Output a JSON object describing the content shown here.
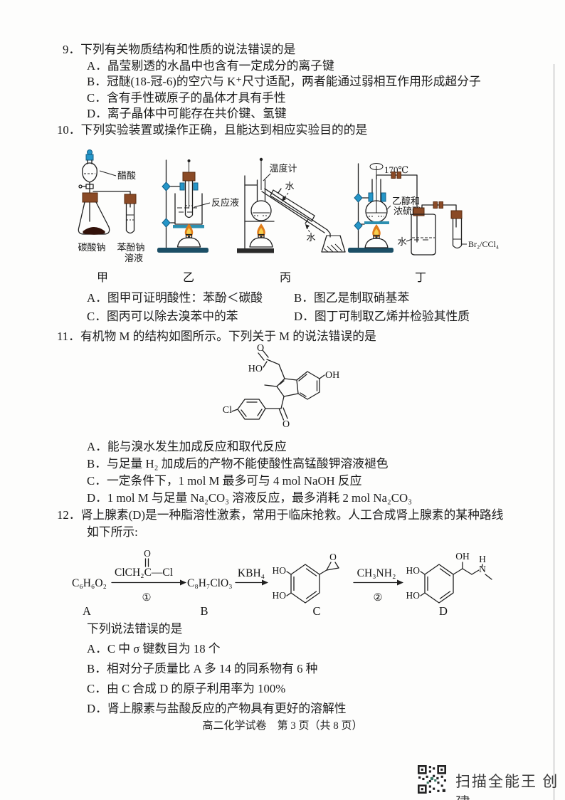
{
  "page": {
    "footer": "高二化学试卷　第 3 页（共 8 页）",
    "watermark": "扫描全能王 创建"
  },
  "q9": {
    "stem": "9．下列有关物质结构和性质的说法错误的是",
    "options": [
      "A．晶莹剔透的水晶中也含有一定成分的离子键",
      "B．冠醚(18-冠-6)的空穴与 K⁺尺寸适配，两者能通过弱相互作用形成超分子",
      "C．含有手性碳原子的晶体才具有手性",
      "D．离子晶体中可能存在共价键、氢键"
    ]
  },
  "q10": {
    "stem": "10．下列实验装置或操作正确，且能达到相应实验目的的是",
    "figure": {
      "jia": {
        "funnel_label": "醋酸",
        "flask_label": "碳酸钠",
        "tube_label_1": "苯酚钠",
        "tube_label_2": "溶液",
        "caption": "甲"
      },
      "yi": {
        "beaker_label": "反应液",
        "caption": "乙"
      },
      "bing": {
        "thermometer_label": "温度计",
        "water_in": "水",
        "water_out": "水",
        "caption": "丙"
      },
      "ding": {
        "temperature": "170℃",
        "flask_label_1": "乙醇和",
        "flask_label_2": "浓硫酸",
        "bottle_label": "水",
        "tube_label": "Br₂/CCl₄",
        "caption": "丁"
      }
    },
    "options_row1": [
      "A．图甲可证明酸性：苯酚＜碳酸",
      "B．图乙是制取硝基苯"
    ],
    "options_row2": [
      "C．图丙可以除去溴苯中的苯",
      "D．图丁可制取乙烯并检验其性质"
    ]
  },
  "q11": {
    "stem": "11．有机物 M 的结构如图所示。下列关于 M 的说法错误的是",
    "molecule": {
      "o_acid": "O",
      "ho_acid": "HO",
      "oh_phenol": "OH",
      "cl": "Cl",
      "o_ketone": "O"
    },
    "options": [
      "A．能与溴水发生加成反应和取代反应",
      "B．与足量 H₂ 加成后的产物不能使酸性高锰酸钾溶液褪色",
      "C．一定条件下，1 mol M 最多可与 4 mol NaOH 反应",
      "D．1 mol M 与足量 Na₂CO₃ 溶液反应，最多消耗 2 mol Na₂CO₃"
    ]
  },
  "q12": {
    "stem_line1": "12．肾上腺素(D)是一种脂溶性激素，常用于临床抢救。人工合成肾上腺素的某种路线",
    "stem_line2": "如下所示:",
    "route": {
      "compound_a": "C₆H₆O₂",
      "reagent_1": "ClCH₂C—Cl",
      "reagent_1_o": "O",
      "step_1": "①",
      "compound_b": "C₈H₇ClO₃",
      "reagent_2": "KBH₄",
      "c_ho_top": "HO",
      "c_ho_bottom": "HO",
      "c_epoxide_o": "O",
      "reagent_3": "CH₃NH₂",
      "step_2": "②",
      "d_ho_top": "HO",
      "d_ho_bottom": "HO",
      "d_oh": "OH",
      "d_h": "H",
      "d_n": "N",
      "letter_a": "A",
      "letter_b": "B",
      "letter_c": "C",
      "letter_d": "D"
    },
    "prompt": "下列说法错误的是",
    "options": [
      "A．C 中 σ 键数目为 18 个",
      "B．相对分子质量比 A 多 14 的同系物有 6 种",
      "C．由 C 合成 D 的原子利用率为 100%",
      "D．肾上腺素与盐酸反应的产物具有更好的溶解性"
    ]
  }
}
